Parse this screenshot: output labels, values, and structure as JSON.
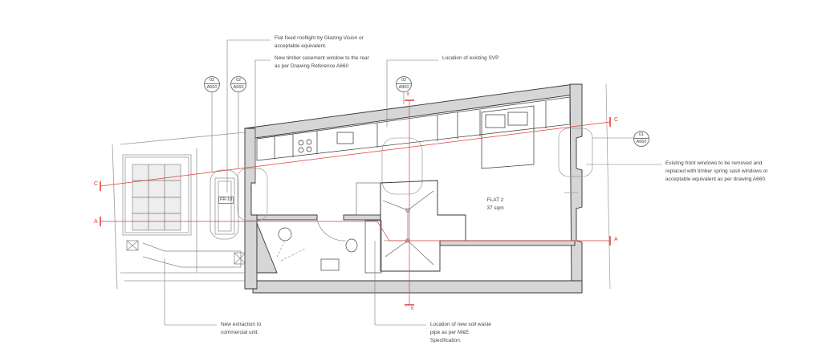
{
  "notes": {
    "rooflight": [
      "Flat fixed rooflight by Glazing Vision or",
      "acceptable equivalent."
    ],
    "casement": [
      "New timber casement window to the rear",
      "as per Drawing Reference A660"
    ],
    "svp": [
      "Location of existing SVP"
    ],
    "front_windows": [
      "Existing front windows to be removed and",
      "replaced with timber spring sash windows or",
      "acceptable equivalent as per drawing A660."
    ],
    "extraction": [
      "New extraction to",
      "commercial unit."
    ],
    "soil_pipe": [
      "Location of new soil waste",
      "pipe as per M&E",
      "Specification."
    ]
  },
  "room": {
    "name": "FLAT 2",
    "area": "37 sqm"
  },
  "rooflight_tag": "FR-10",
  "section_markers": {
    "c_left": "C",
    "c_right": "C",
    "a_left": "A",
    "a_right": "A",
    "b_top": "B",
    "b_bottom": "B"
  },
  "bubbles": [
    {
      "num": "02",
      "ref": "A660"
    },
    {
      "num": "02",
      "ref": "A660"
    },
    {
      "num": "02",
      "ref": "A800"
    },
    {
      "num": "01",
      "ref": "A660"
    }
  ],
  "colors": {
    "wall": "#d6d6d6",
    "line": "#333333",
    "section": "#e53935",
    "leader": "#666666"
  }
}
